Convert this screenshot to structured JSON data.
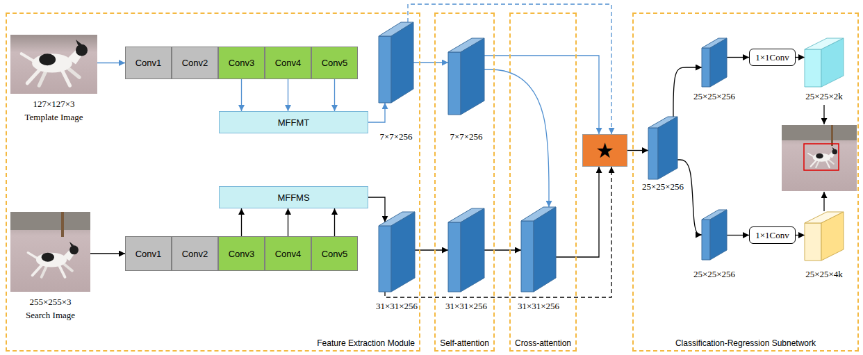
{
  "diagram": {
    "nodes": [
      {
        "text": [
          "Feature Extraction Module"
        ]
      },
      {
        "text": [
          "127×127×3",
          "Template Image"
        ],
        "in": 0
      },
      {
        "text": [
          "Conv1"
        ],
        "in": 0
      },
      {
        "text": [
          "Conv2"
        ],
        "in": 0
      },
      {
        "text": [
          "Conv3"
        ],
        "in": 0
      },
      {
        "text": [
          "Conv4"
        ],
        "in": 0
      },
      {
        "text": [
          "Conv5"
        ],
        "in": 0
      },
      {
        "text": [
          "MFFMT"
        ],
        "in": 0
      },
      {
        "text": [
          "7×7×256"
        ],
        "in": 0
      },
      {
        "text": [
          "255×255×3",
          "Search Image"
        ],
        "in": 0
      },
      {
        "text": [
          "MFFMS"
        ],
        "in": 0
      },
      {
        "text": [
          "Conv1"
        ],
        "in": 0
      },
      {
        "text": [
          "Conv2"
        ],
        "in": 0
      },
      {
        "text": [
          "Conv3"
        ],
        "in": 0
      },
      {
        "text": [
          "Conv4"
        ],
        "in": 0
      },
      {
        "text": [
          "Conv5"
        ],
        "in": 0
      },
      {
        "text": [
          "31×31×256"
        ],
        "in": 0
      },
      {
        "text": [
          "Self-attention"
        ]
      },
      {
        "text": [
          "7×7×256"
        ],
        "in": 17
      },
      {
        "text": [
          "31×31×256"
        ],
        "in": 17
      },
      {
        "text": [
          "Cross-attention"
        ]
      },
      {
        "text": [
          "31×31×256"
        ],
        "in": 20
      },
      {
        "text": [
          "★"
        ]
      },
      {
        "text": [
          "Classification-Regression Subnetwork"
        ]
      },
      {
        "text": [
          "25×25×256"
        ],
        "in": 23
      },
      {
        "text": [
          "25×25×256"
        ],
        "in": 23
      },
      {
        "text": [
          "1×1Conv"
        ],
        "in": 23
      },
      {
        "text": [
          "25×25×2k"
        ],
        "in": 23
      },
      {
        "text": [
          "25×25×256"
        ],
        "in": 23
      },
      {
        "text": [
          "1×1Conv"
        ],
        "in": 23
      },
      {
        "text": [
          "25×25×4k"
        ],
        "in": 23
      }
    ],
    "edges": [
      {
        "from": 1,
        "to": 2,
        "arrow": "to"
      },
      {
        "from": 4,
        "to": 7,
        "arrow": "to"
      },
      {
        "from": 5,
        "to": 7,
        "arrow": "to"
      },
      {
        "from": 6,
        "to": 7,
        "arrow": "to"
      },
      {
        "from": 7,
        "to": 8,
        "arrow": "to"
      },
      {
        "from": 8,
        "to": 18,
        "arrow": "to"
      },
      {
        "from": 18,
        "to": 21,
        "arrow": "to"
      },
      {
        "from": 18,
        "to": 22,
        "arrow": "to"
      },
      {
        "from": 8,
        "to": 22,
        "arrow": "to"
      },
      {
        "from": 9,
        "to": 11,
        "arrow": "to"
      },
      {
        "from": 13,
        "to": 10,
        "arrow": "to"
      },
      {
        "from": 14,
        "to": 10,
        "arrow": "to"
      },
      {
        "from": 15,
        "to": 10,
        "arrow": "to"
      },
      {
        "from": 10,
        "to": 16,
        "arrow": "to"
      },
      {
        "from": 16,
        "to": 19,
        "arrow": "to"
      },
      {
        "from": 19,
        "to": 21,
        "arrow": "to"
      },
      {
        "from": 21,
        "to": 22,
        "arrow": "to"
      },
      {
        "from": 16,
        "to": 22,
        "arrow": "to"
      },
      {
        "from": 22,
        "to": 24,
        "arrow": "to"
      },
      {
        "from": 24,
        "to": 25,
        "arrow": "to"
      },
      {
        "from": 24,
        "to": 28,
        "arrow": "to"
      },
      {
        "from": 25,
        "to": 26,
        "arrow": "to"
      },
      {
        "from": 26,
        "to": 27,
        "arrow": "to"
      },
      {
        "from": 28,
        "to": 29,
        "arrow": "to"
      },
      {
        "from": 29,
        "to": 30,
        "arrow": "to"
      }
    ]
  }
}
